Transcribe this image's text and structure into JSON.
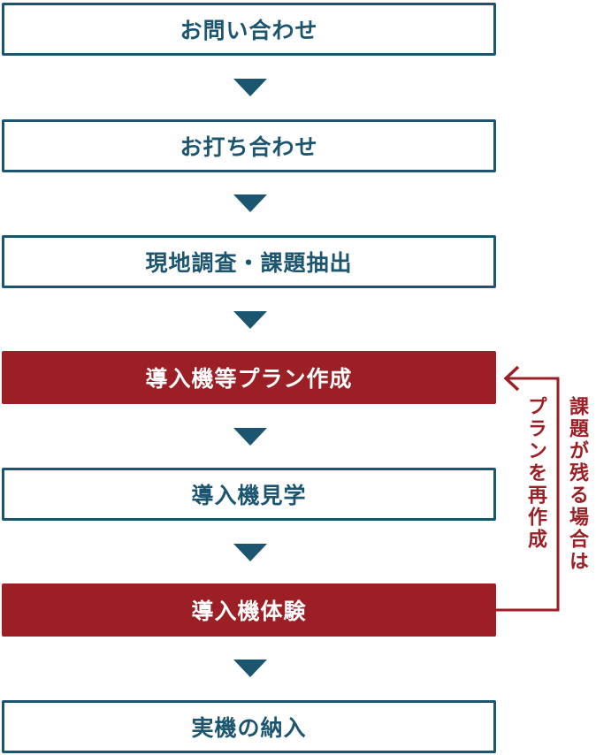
{
  "steps": [
    {
      "label": "お問い合わせ",
      "highlight": false
    },
    {
      "label": "お打ち合わせ",
      "highlight": false
    },
    {
      "label": "現地調査・課題抽出",
      "highlight": false
    },
    {
      "label": "導入機等プラン作成",
      "highlight": true
    },
    {
      "label": "導入機見学",
      "highlight": false
    },
    {
      "label": "導入機体験",
      "highlight": true
    },
    {
      "label": "実機の納入",
      "highlight": false
    }
  ],
  "loop": {
    "condition": "課題が残る場合は",
    "action": "プランを再作成"
  },
  "colors": {
    "primary": "#1b556f",
    "accent": "#9b1f24",
    "background": "#ffffff"
  }
}
